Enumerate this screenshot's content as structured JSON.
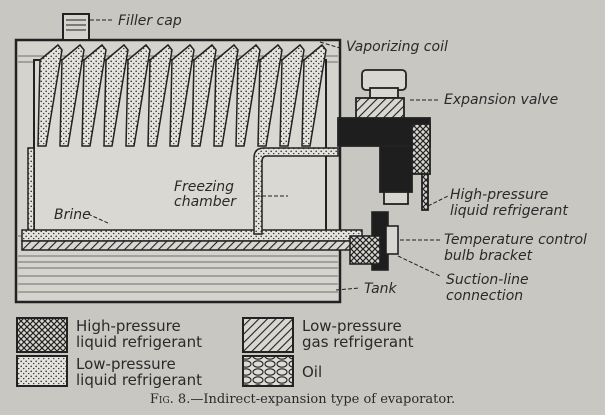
{
  "labels": {
    "filler_cap": "Filler cap",
    "vaporizing_coil": "Vaporizing coil",
    "expansion_valve": "Expansion valve",
    "freezing_chamber_1": "Freezing",
    "freezing_chamber_2": "chamber",
    "high_pressure_1": "High-pressure",
    "high_pressure_2": "liquid refrigerant",
    "brine": "Brine",
    "temp_control_1": "Temperature control",
    "temp_control_2": "bulb bracket",
    "suction_1": "Suction-line",
    "suction_2": "connection",
    "tank": "Tank"
  },
  "legend": [
    {
      "line1": "High-pressure",
      "line2": "liquid refrigerant",
      "pattern": "crosshatch"
    },
    {
      "line1": "Low-pressure",
      "line2": "gas refrigerant",
      "pattern": "diagonal"
    },
    {
      "line1": "Low-pressure",
      "line2": "liquid refrigerant",
      "pattern": "stipple"
    },
    {
      "line1": "Oil",
      "line2": "",
      "pattern": "circles"
    }
  ],
  "caption": {
    "fig": "Fig. 8.",
    "text": "—Indirect-expansion type of evaporator."
  }
}
